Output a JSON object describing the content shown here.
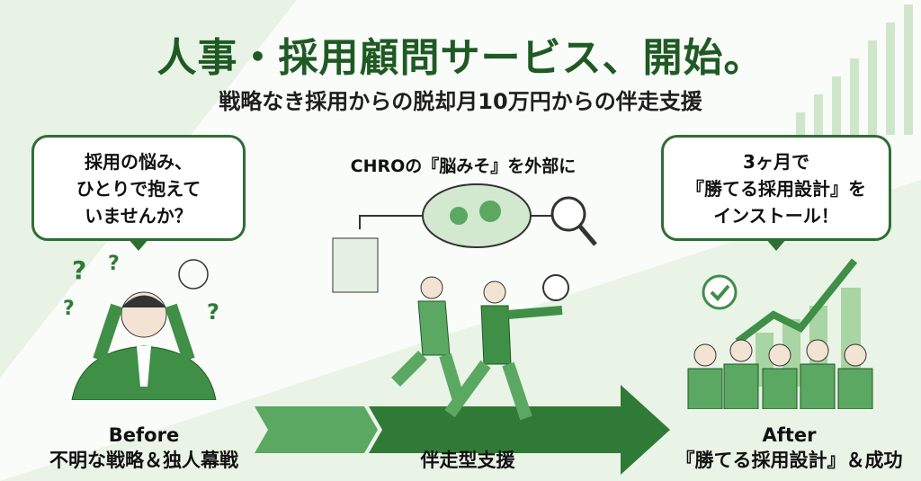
{
  "header": {
    "title": "人事・採用顧問サービス、開始。",
    "subtitle": "戦略なき採用からの脱却月10万円からの伴走支援"
  },
  "before": {
    "bubble_lines": [
      "採用の悩み、",
      "ひとりで抱えて",
      "いませんか？"
    ],
    "label": "Before",
    "caption": "不明な戦略＆独人幕戦"
  },
  "middle": {
    "heading": "CHROの『脳みそ』を外部に",
    "caption": "伴走型支援"
  },
  "after": {
    "bubble_lines": [
      "3ヶ月で",
      "『勝てる採用設計』を",
      "インストール！"
    ],
    "label": "After",
    "caption": "『勝てる採用設計』＆成功"
  },
  "colors": {
    "primary": "#1f5a24",
    "accent": "#3f8f47",
    "light": "#e6f1e3"
  }
}
